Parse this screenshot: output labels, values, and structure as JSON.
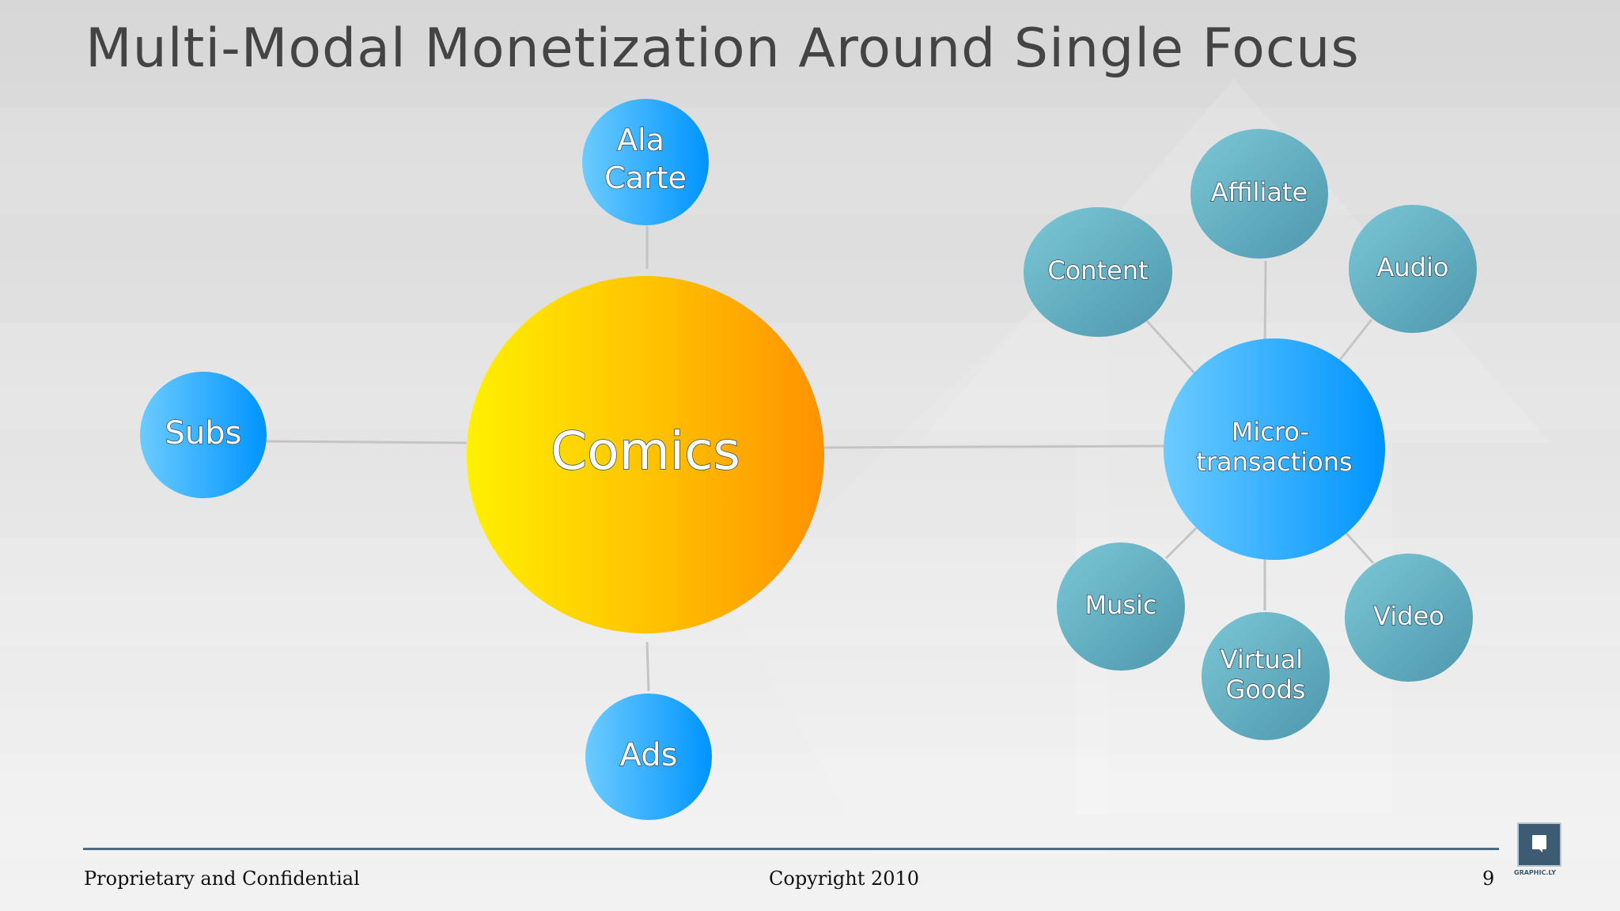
{
  "slide": {
    "title": "Multi-Modal Monetization Around Single Focus"
  },
  "diagram": {
    "center": {
      "label": "Comics"
    },
    "revenue_modes": [
      {
        "id": "ala-carte",
        "lines": [
          "Ala",
          "Carte"
        ]
      },
      {
        "id": "subs",
        "lines": [
          "Subs"
        ]
      },
      {
        "id": "ads",
        "lines": [
          "Ads"
        ]
      },
      {
        "id": "microtransactions",
        "lines": [
          "Micro-",
          "transactions"
        ]
      }
    ],
    "microtransaction_types": [
      {
        "id": "content",
        "lines": [
          "Content"
        ]
      },
      {
        "id": "affiliate",
        "lines": [
          "Affiliate"
        ]
      },
      {
        "id": "audio",
        "lines": [
          "Audio"
        ]
      },
      {
        "id": "music",
        "lines": [
          "Music"
        ]
      },
      {
        "id": "virtual-goods",
        "lines": [
          "Virtual",
          "Goods"
        ]
      },
      {
        "id": "video",
        "lines": [
          "Video"
        ]
      }
    ]
  },
  "footer": {
    "left": "Proprietary and Confidential",
    "center": "Copyright 2010",
    "page_number": "9",
    "logo_text": "GRAPHIC.LY"
  },
  "colors": {
    "center_gradient": [
      "#fff000",
      "#ffc400",
      "#ff9200"
    ],
    "blue_gradient": [
      "#6ccbff",
      "#0094ff"
    ],
    "teal_gradient": [
      "#7bc7d6",
      "#4e97ad"
    ],
    "connector": "#c4c4c4",
    "footer_line": "#4d6b86"
  }
}
